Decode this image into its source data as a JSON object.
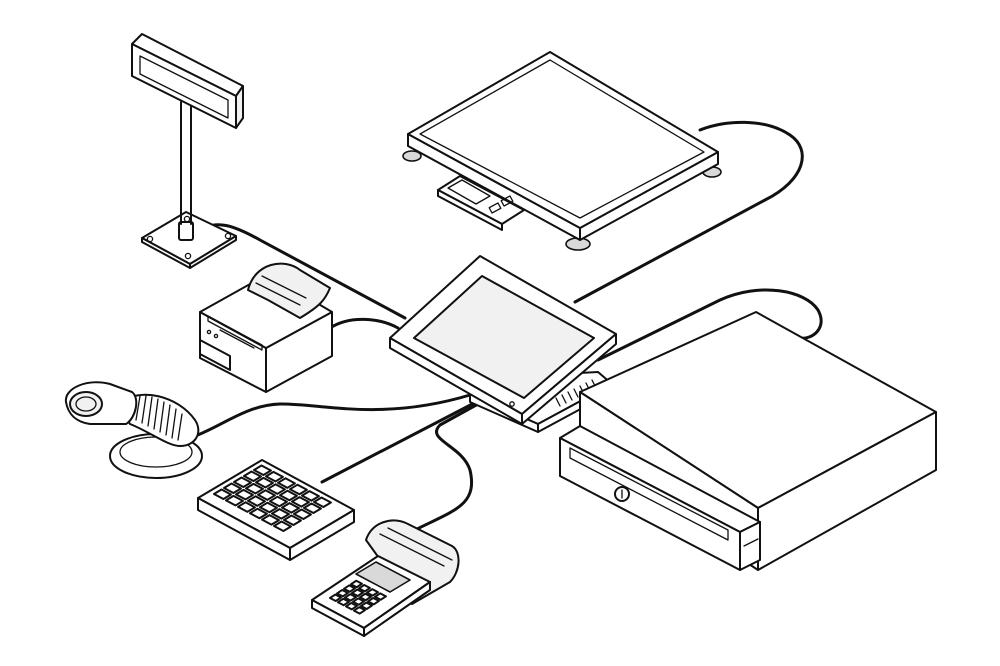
{
  "diagram": {
    "devices": [
      {
        "id": "pos-terminal",
        "icon": "touchscreen-pos-terminal-icon"
      },
      {
        "id": "pole-display",
        "icon": "customer-pole-display-icon"
      },
      {
        "id": "weighing-scale",
        "icon": "weighing-scale-icon"
      },
      {
        "id": "receipt-printer",
        "icon": "receipt-printer-icon"
      },
      {
        "id": "barcode-scanner",
        "icon": "handheld-barcode-scanner-icon"
      },
      {
        "id": "programmable-keypad",
        "icon": "programmable-keypad-icon"
      },
      {
        "id": "payment-terminal",
        "icon": "card-payment-terminal-icon"
      },
      {
        "id": "cash-drawer",
        "icon": "cash-drawer-icon"
      }
    ],
    "connections": [
      [
        "pos-terminal",
        "pole-display"
      ],
      [
        "pos-terminal",
        "weighing-scale"
      ],
      [
        "pos-terminal",
        "receipt-printer"
      ],
      [
        "pos-terminal",
        "barcode-scanner"
      ],
      [
        "pos-terminal",
        "programmable-keypad"
      ],
      [
        "pos-terminal",
        "payment-terminal"
      ],
      [
        "pos-terminal",
        "cash-drawer"
      ]
    ],
    "line_color": "#111111",
    "background": "#ffffff"
  }
}
